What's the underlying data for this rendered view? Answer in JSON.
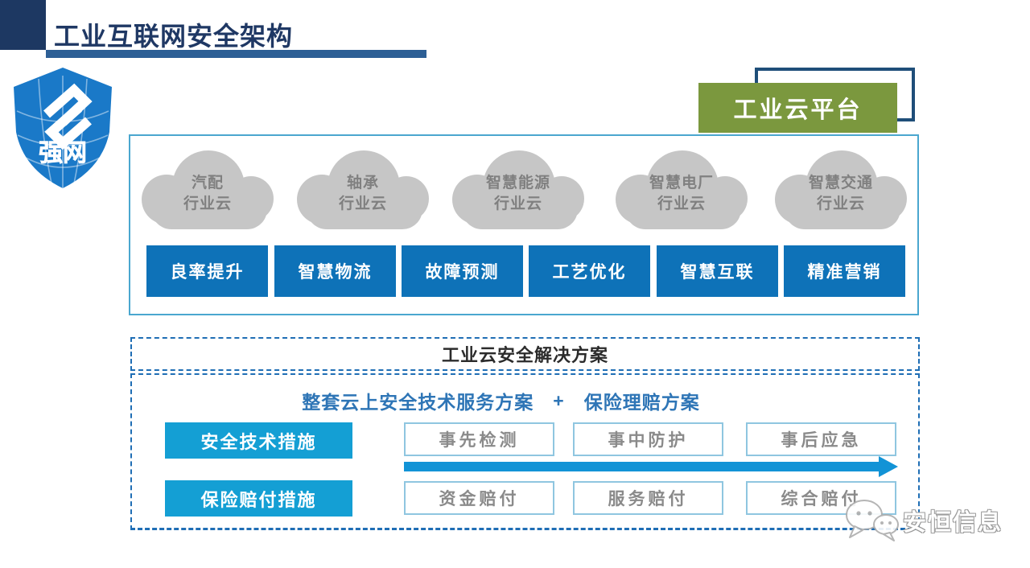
{
  "header": {
    "title": "工业互联网安全架构"
  },
  "logo": {
    "text": "强网"
  },
  "platform": {
    "label": "工业云平台"
  },
  "clouds": [
    {
      "line1": "汽配",
      "line2": "行业云"
    },
    {
      "line1": "轴承",
      "line2": "行业云"
    },
    {
      "line1": "智慧能源",
      "line2": "行业云"
    },
    {
      "line1": "智慧电厂",
      "line2": "行业云"
    },
    {
      "line1": "智慧交通",
      "line2": "行业云"
    }
  ],
  "services": [
    "良率提升",
    "智慧物流",
    "故障预测",
    "工艺优化",
    "智慧互联",
    "精准营销"
  ],
  "solution": {
    "title": "工业云安全解决方案",
    "subtitle_left": "整套云上安全技术服务方案",
    "subtitle_plus": "+",
    "subtitle_right": "保险理赔方案",
    "rows": [
      {
        "label": "安全技术措施",
        "items": [
          "事先检测",
          "事中防护",
          "事后应急"
        ]
      },
      {
        "label": "保险赔付措施",
        "items": [
          "资金赔付",
          "服务赔付",
          "综合赔付"
        ]
      }
    ]
  },
  "watermark": {
    "text": "安恒信息"
  },
  "colors": {
    "navy": "#1d3862",
    "title_text": "#1f3864",
    "title_bar": "#2d5f95",
    "green": "#7b983e",
    "outline_navy": "#1f4e79",
    "service_button_blue": "#0e72b8",
    "measure_button_cyan": "#149fd4",
    "cloud_gray": "#c6c6c6",
    "cloud_text_gray": "#808080",
    "panel_border": "#4aa7cf",
    "dashed_border": "#1f6eb5",
    "subtitle_blue": "#2e75b6",
    "item_border": "#8fc6e0",
    "item_text": "#8a8a8a",
    "arrow_blue": "#1293d6",
    "logo_blue": "#1a79c8"
  }
}
